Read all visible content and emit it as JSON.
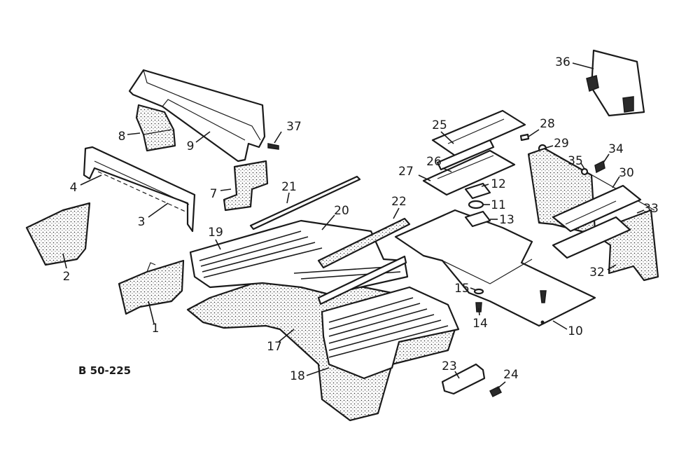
{
  "figure_code": "B 50-225",
  "callouts": [
    {
      "id": "c1",
      "label": "1"
    },
    {
      "id": "c2",
      "label": "2"
    },
    {
      "id": "c3",
      "label": "3"
    },
    {
      "id": "c4",
      "label": "4"
    },
    {
      "id": "c7",
      "label": "7"
    },
    {
      "id": "c8",
      "label": "8"
    },
    {
      "id": "c9",
      "label": "9"
    },
    {
      "id": "c10",
      "label": "10"
    },
    {
      "id": "c11",
      "label": "11"
    },
    {
      "id": "c12",
      "label": "12"
    },
    {
      "id": "c13",
      "label": "13"
    },
    {
      "id": "c14",
      "label": "14"
    },
    {
      "id": "c15",
      "label": "15"
    },
    {
      "id": "c17",
      "label": "17"
    },
    {
      "id": "c18",
      "label": "18"
    },
    {
      "id": "c19",
      "label": "19"
    },
    {
      "id": "c20",
      "label": "20"
    },
    {
      "id": "c21",
      "label": "21"
    },
    {
      "id": "c22",
      "label": "22"
    },
    {
      "id": "c23",
      "label": "23"
    },
    {
      "id": "c24",
      "label": "24"
    },
    {
      "id": "c25",
      "label": "25"
    },
    {
      "id": "c26",
      "label": "26"
    },
    {
      "id": "c27",
      "label": "27"
    },
    {
      "id": "c28",
      "label": "28"
    },
    {
      "id": "c29",
      "label": "29"
    },
    {
      "id": "c30",
      "label": "30"
    },
    {
      "id": "c32",
      "label": "32"
    },
    {
      "id": "c33",
      "label": "33"
    },
    {
      "id": "c34",
      "label": "34"
    },
    {
      "id": "c35",
      "label": "35"
    },
    {
      "id": "c36",
      "label": "36"
    },
    {
      "id": "c37",
      "label": "37"
    }
  ]
}
